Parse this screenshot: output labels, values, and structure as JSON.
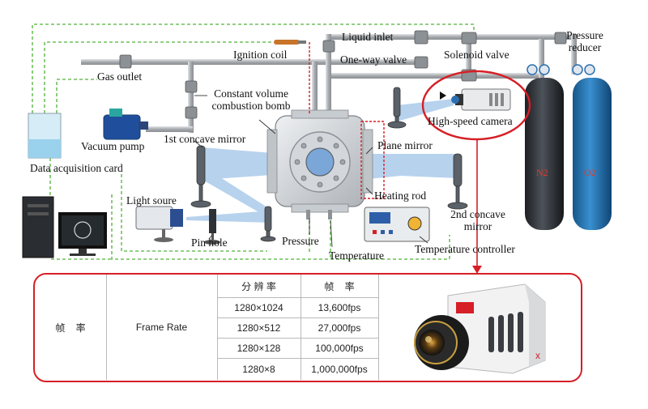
{
  "labels": {
    "gas_outlet": "Gas outlet",
    "ignition_coil": "Ignition coil",
    "liquid_inlet": "Liquid inlet",
    "one_way_valve": "One-way valve",
    "solenoid_valve": "Solenoid valve",
    "pressure_reducer": "Pressure\nreducer",
    "constant_volume_bomb": "Constant volume\ncombustion bomb",
    "vacuum_pump": "Vacuum pump",
    "first_concave_mirror": "1st concave mirror",
    "high_speed_camera": "High-speed camera",
    "plane_mirror": "Plane mirror",
    "data_acquisition_card": "Data acquisition card",
    "heating_rod": "Heating rod",
    "light_source": "Light soure",
    "second_concave_mirror": "2nd concave\nmirror",
    "pin_hole": "Pin hole",
    "pressure": "Pressure",
    "temperature": "Temperature",
    "temperature_controller": "Temperature controller",
    "gas_n2": "N2",
    "gas_o2": "O2"
  },
  "table": {
    "row_label": "帧    率",
    "param_label": "Frame Rate",
    "headers": [
      "分 辨 率",
      "帧    率"
    ],
    "rows": [
      [
        "1280×1024",
        "13,600fps"
      ],
      [
        "1280×512",
        "27,000fps"
      ],
      [
        "1280×128",
        "100,000fps"
      ],
      [
        "1280×8",
        "1,000,000fps"
      ]
    ]
  },
  "colors": {
    "highlight": "#d61f26",
    "dashed_line": "#6fbf5b",
    "pipe": "#a6aaae",
    "light_beam": "#9fc3e8",
    "n2_cylinder": "#2f3338",
    "o2_cylinder": "#1f6fae",
    "pump": "#1f4f9c"
  }
}
